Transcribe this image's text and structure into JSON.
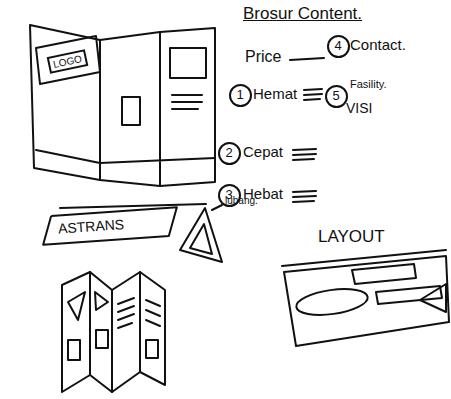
{
  "diagram": {
    "title": "Brosur Content.",
    "nodes": [
      {
        "text": [
          "LOGO"
        ]
      },
      {
        "text": [
          "4"
        ]
      },
      {
        "text": [
          "1"
        ]
      },
      {
        "text": [
          "5"
        ]
      },
      {
        "text": [
          "2"
        ]
      },
      {
        "text": [
          "3"
        ]
      },
      {
        "text": [
          "ASTRANS"
        ]
      }
    ],
    "labels": [
      "Price",
      "Contact.",
      "Hemat",
      "Fasility.",
      "VISI",
      "Cepat",
      "Hebat",
      "lubang.",
      "LAYOUT"
    ]
  }
}
